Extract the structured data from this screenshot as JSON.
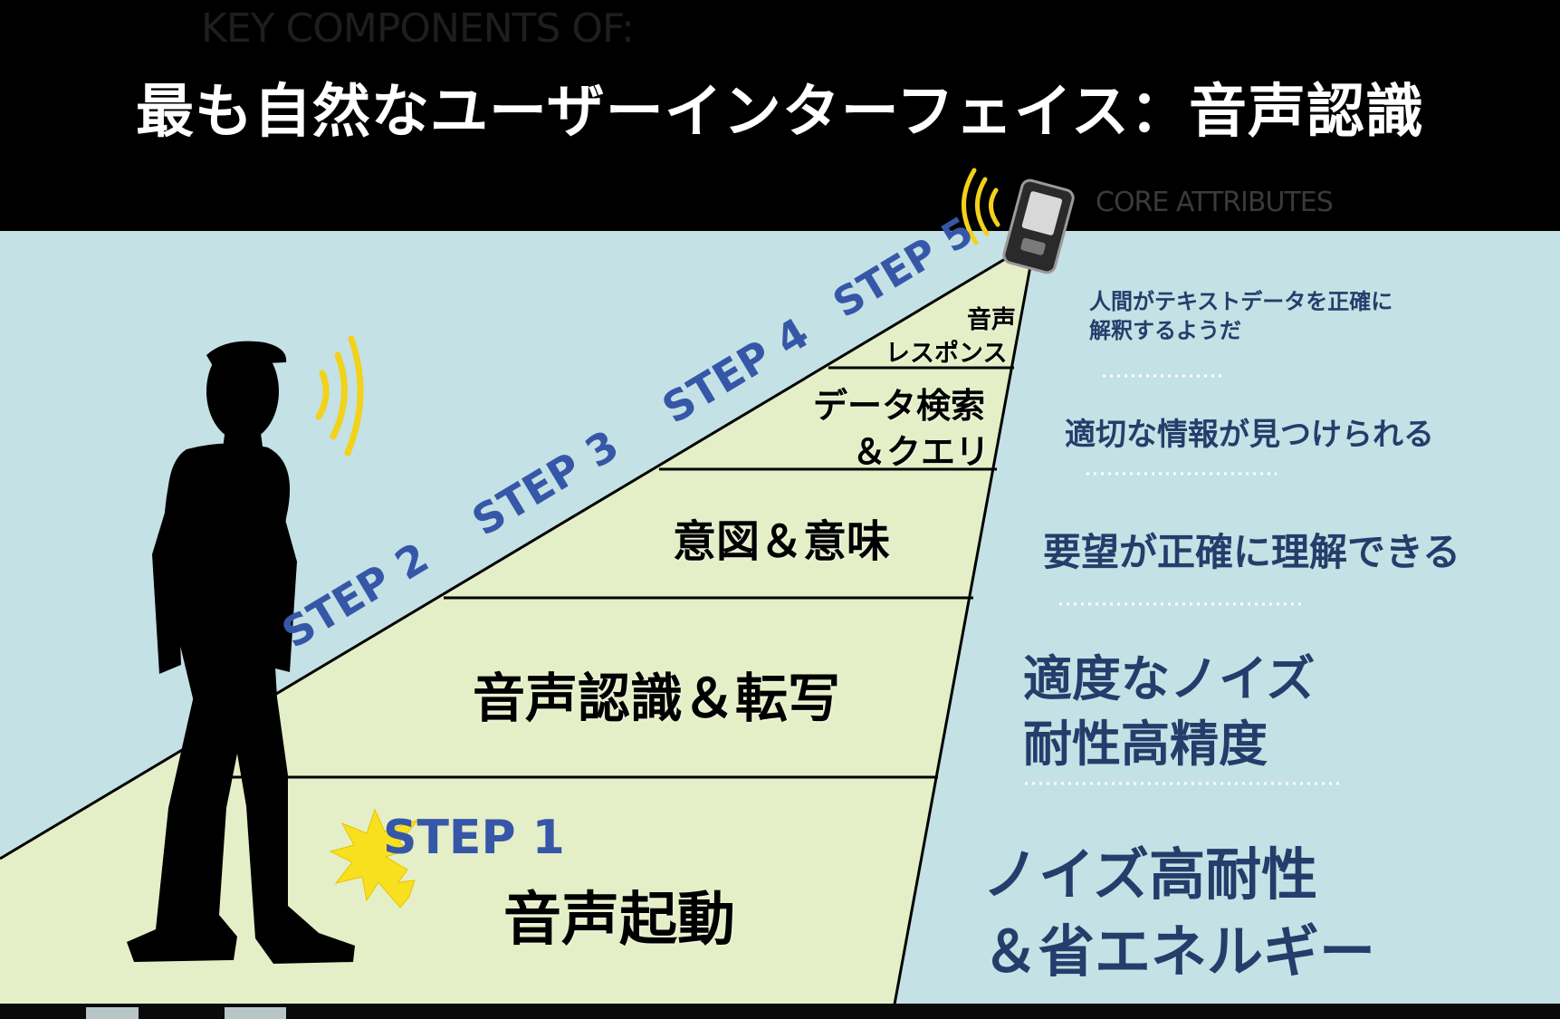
{
  "title": "最も自然なユーザーインターフェイス：音声認識",
  "ghost_header": "KEY COMPONENTS OF:",
  "ghost_core": "CORE ATTRIBUTES",
  "step_labels": [
    "STEP 1",
    "STEP 2",
    "STEP 3",
    "STEP 4",
    "STEP 5"
  ],
  "steps": [
    {
      "lines": [
        "音声起動"
      ]
    },
    {
      "lines": [
        "音声認識＆転写"
      ]
    },
    {
      "lines": [
        "意図＆意味"
      ]
    },
    {
      "lines": [
        "データ検索",
        "＆クエリ"
      ]
    },
    {
      "lines": [
        "音声",
        "レスポンス"
      ]
    }
  ],
  "attributes": [
    {
      "lines": [
        "ノイズ高耐性",
        "＆省エネルギー"
      ]
    },
    {
      "lines": [
        "適度なノイズ",
        "耐性高精度"
      ]
    },
    {
      "lines": [
        "要望が正確に理解できる"
      ]
    },
    {
      "lines": [
        "適切な情報が見つけられる"
      ]
    },
    {
      "lines": [
        "人間がテキストデータを正確に",
        "解釈するようだ"
      ]
    }
  ],
  "icons": {
    "person": "person-silhouette-icon",
    "sound": "sound-waves-icon",
    "phone": "phone-icon",
    "starburst": "starburst-icon"
  },
  "colors": {
    "header_bg": "#000000",
    "panel_bg": "#c4e1e5",
    "ramp_fill": "#e5efc7",
    "step_label": "#3657a8",
    "attribute_text": "#233e6b",
    "wave": "#f2d21a",
    "starburst": "#f7e11e"
  }
}
